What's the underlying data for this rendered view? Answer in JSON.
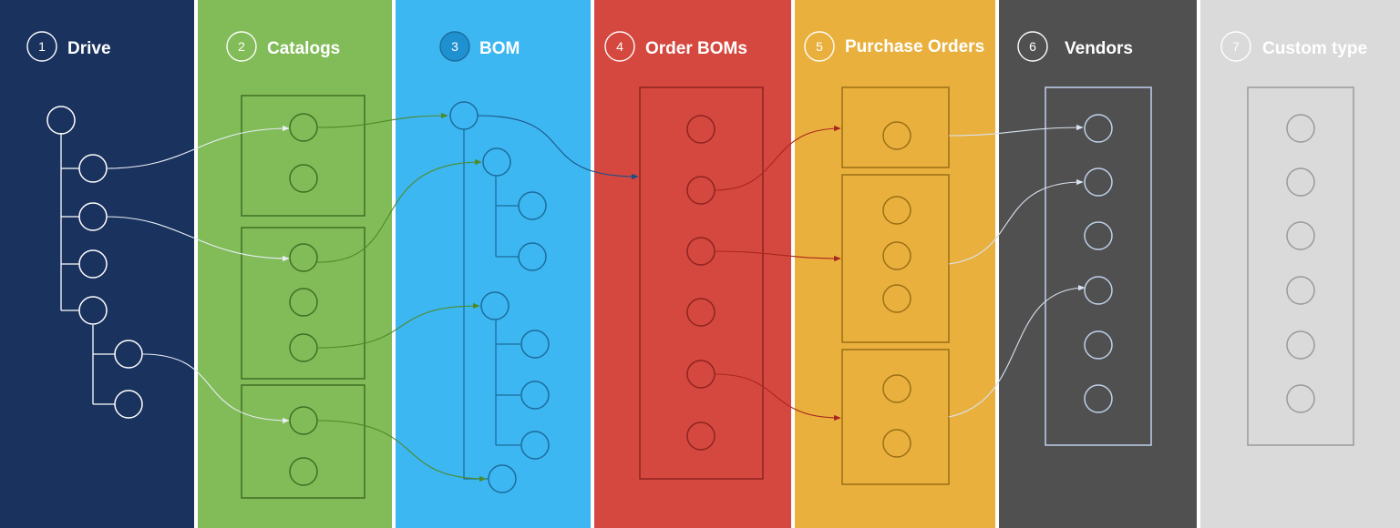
{
  "columns": [
    {
      "id": "drive",
      "number": "1",
      "title": "Drive",
      "bg": "#1a325e",
      "line": "#ffffff",
      "text": "#ffffff"
    },
    {
      "id": "catalogs",
      "number": "2",
      "title": "Catalogs",
      "bg": "#82bc59",
      "line": "#3f6e22",
      "text": "#ffffff"
    },
    {
      "id": "bom",
      "number": "3",
      "title": "BOM",
      "bg": "#3db7f1",
      "line": "#1c6c9c",
      "text": "#ffffff"
    },
    {
      "id": "order-boms",
      "number": "4",
      "title": "Order BOMs",
      "bg": "#d5483f",
      "line": "#8e2420",
      "text": "#ffffff"
    },
    {
      "id": "purchase-orders",
      "number": "5",
      "title": "Purchase Orders",
      "bg": "#eab03e",
      "line": "#9a6f15",
      "text": "#ffffff"
    },
    {
      "id": "vendors",
      "number": "6",
      "title": "Vendors",
      "bg": "#505050",
      "line": "#bfd0ea",
      "text": "#ffffff"
    },
    {
      "id": "custom-type",
      "number": "7",
      "title": "Custom type",
      "bg": "#dadada",
      "line": "#9a9a9a",
      "text": "#ffffff"
    }
  ],
  "colors": {
    "separator": "#ffffff",
    "drive_links": "#e8eef6",
    "catalog_links": "#4d8a2a",
    "bom_links": "#1a4f86",
    "order_links": "#a8261f",
    "po_links": "#d9e2ef",
    "bom_badge_fill": "#1f90d0"
  }
}
